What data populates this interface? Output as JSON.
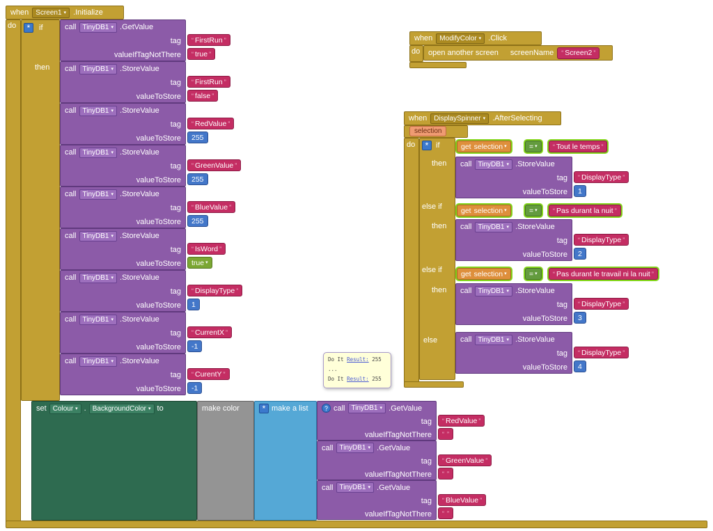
{
  "icons": {
    "dropdown": "▾",
    "gear": "*",
    "help": "?",
    "quote_open": "“",
    "quote_close": "”",
    "dot": "."
  },
  "labels": {
    "when": "when",
    "do": "do",
    "if": "if",
    "then": "then",
    "else_if": "else if",
    "else": "else",
    "call": "call",
    "set": "set",
    "to": "to",
    "get": "get",
    "tag": "tag",
    "value_to_store": "valueToStore",
    "value_if_tag_not_there": "valueIfTagNotThere",
    "make_color": "make color",
    "make_a_list": "make a list",
    "open_another_screen": "open another screen",
    "screen_name": "screenName",
    "equals": "="
  },
  "screen1": {
    "component": "Screen1",
    "event": ".Initialize",
    "condition": {
      "component": "TinyDB1",
      "method": ".GetValue",
      "tag": "FirstRun",
      "fallback": "true"
    },
    "stores": [
      {
        "component": "TinyDB1",
        "method": ".StoreValue",
        "tag": "FirstRun",
        "value": "false",
        "value_type": "text"
      },
      {
        "component": "TinyDB1",
        "method": ".StoreValue",
        "tag": "RedValue",
        "value": "255",
        "value_type": "number"
      },
      {
        "component": "TinyDB1",
        "method": ".StoreValue",
        "tag": "GreenValue",
        "value": "255",
        "value_type": "number"
      },
      {
        "component": "TinyDB1",
        "method": ".StoreValue",
        "tag": "BlueValue",
        "value": "255",
        "value_type": "number"
      },
      {
        "component": "TinyDB1",
        "method": ".StoreValue",
        "tag": "IsWord",
        "value": "true",
        "value_type": "logic"
      },
      {
        "component": "TinyDB1",
        "method": ".StoreValue",
        "tag": "DisplayType",
        "value": "1",
        "value_type": "number"
      },
      {
        "component": "TinyDB1",
        "method": ".StoreValue",
        "tag": "CurrentX",
        "value": "-1",
        "value_type": "number"
      },
      {
        "component": "TinyDB1",
        "method": ".StoreValue",
        "tag": "CurentY",
        "value": "-1",
        "value_type": "number"
      }
    ],
    "set": {
      "component": "Colour",
      "property": "BackgroundColor",
      "gets": [
        {
          "component": "TinyDB1",
          "method": ".GetValue",
          "tag": "RedValue",
          "fallback": " "
        },
        {
          "component": "TinyDB1",
          "method": ".GetValue",
          "tag": "GreenValue",
          "fallback": " "
        },
        {
          "component": "TinyDB1",
          "method": ".GetValue",
          "tag": "BlueValue",
          "fallback": " "
        }
      ]
    }
  },
  "modify_color": {
    "component": "ModifyColor",
    "event": ".Click",
    "target_screen": "Screen2"
  },
  "display_spinner": {
    "component": "DisplaySpinner",
    "event": ".AfterSelecting",
    "param": "selection",
    "branches": [
      {
        "compare": "Tout le temps",
        "store": {
          "component": "TinyDB1",
          "method": ".StoreValue",
          "tag": "DisplayType",
          "value": "1",
          "value_type": "number"
        }
      },
      {
        "compare": "Pas durant la nuit",
        "store": {
          "component": "TinyDB1",
          "method": ".StoreValue",
          "tag": "DisplayType",
          "value": "2",
          "value_type": "number"
        }
      },
      {
        "compare": "Pas durant le travail ni la nuit",
        "store": {
          "component": "TinyDB1",
          "method": ".StoreValue",
          "tag": "DisplayType",
          "value": "3",
          "value_type": "number"
        }
      },
      {
        "store": {
          "component": "TinyDB1",
          "method": ".StoreValue",
          "tag": "DisplayType",
          "value": "4",
          "value_type": "number"
        }
      }
    ]
  },
  "tooltip": {
    "line1_prefix": "Do It ",
    "line1_link": "Result:",
    "line1_value": " 255",
    "line2": "...",
    "line3_prefix": "Do It ",
    "line3_link": "Result:",
    "line3_value": " 255"
  }
}
